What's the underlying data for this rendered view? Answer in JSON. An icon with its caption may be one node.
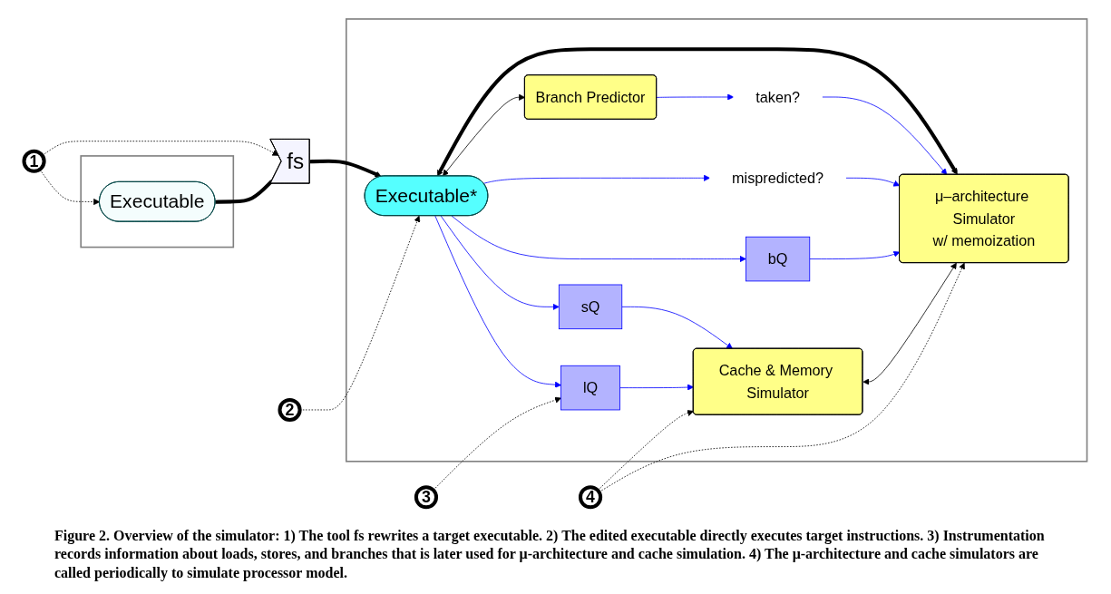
{
  "diagram": {
    "caption": "Figure 2. Overview of the simulator: 1) The tool fs rewrites a target executable. 2) The edited executable directly executes target instructions. 3) Instrumentation records information about loads, stores, and branches that is later used for μ-architecture and cache simulation. 4) The μ-architecture and cache simulators are called periodically to simulate processor model.",
    "nodes": [
      {
        "text": [],
        "shape": "box"
      },
      {
        "text": [
          "Executable"
        ],
        "in": 0
      },
      {
        "text": [
          "fs"
        ]
      },
      {
        "text": [],
        "shape": "box"
      },
      {
        "text": [
          "Executable*"
        ],
        "in": 3
      },
      {
        "text": [
          "lQ"
        ],
        "in": 3
      },
      {
        "text": [
          "sQ"
        ],
        "in": 3
      },
      {
        "text": [
          "bQ"
        ],
        "in": 3
      },
      {
        "text": [
          "mispredicted?"
        ],
        "in": 3
      },
      {
        "text": [
          "taken?"
        ],
        "in": 3
      },
      {
        "text": [
          "Cache & Memory Simulator"
        ],
        "in": 3
      },
      {
        "text": [
          "μ–architecture Simulator",
          "w/ memoization"
        ],
        "in": 3
      },
      {
        "text": [
          "Branch Predictor"
        ],
        "in": 3
      },
      {
        "text": [
          "1"
        ]
      },
      {
        "text": [
          "2"
        ]
      },
      {
        "text": [
          "3"
        ]
      },
      {
        "text": [
          "4"
        ]
      }
    ],
    "edges": [
      {
        "from": 1,
        "to": 2,
        "arrow": "none",
        "style": "thick"
      },
      {
        "from": 2,
        "to": 4,
        "arrow": "to",
        "style": "thick"
      },
      {
        "from": 4,
        "to": 5,
        "arrow": "to",
        "color": "#0000ff"
      },
      {
        "from": 4,
        "to": 6,
        "arrow": "to",
        "color": "#0000ff"
      },
      {
        "from": 4,
        "to": 7,
        "arrow": "to",
        "color": "#0000ff"
      },
      {
        "from": 4,
        "to": 8,
        "arrow": "to",
        "color": "#0000ff"
      },
      {
        "from": 12,
        "to": 9,
        "arrow": "to",
        "color": "#0000ff"
      },
      {
        "from": 5,
        "to": 10,
        "arrow": "to",
        "color": "#0000ff"
      },
      {
        "from": 6,
        "to": 10,
        "arrow": "to",
        "color": "#0000ff"
      },
      {
        "from": 7,
        "to": 11,
        "arrow": "to",
        "color": "#0000ff"
      },
      {
        "from": 8,
        "to": 11,
        "arrow": "to",
        "color": "#0000ff"
      },
      {
        "from": 9,
        "to": 11,
        "arrow": "to",
        "color": "#0000ff"
      },
      {
        "from": 4,
        "to": 12,
        "arrow": "both"
      },
      {
        "from": 10,
        "to": 11,
        "arrow": "both"
      },
      {
        "from": 11,
        "to": 4,
        "arrow": "both",
        "style": "thick"
      },
      {
        "from": 13,
        "to": 1,
        "arrow": "to",
        "style": "dashed"
      },
      {
        "from": 13,
        "to": 2,
        "arrow": "to",
        "style": "dashed"
      },
      {
        "from": 14,
        "to": 4,
        "arrow": "to",
        "style": "dashed"
      },
      {
        "from": 15,
        "to": 5,
        "arrow": "to",
        "style": "dashed"
      },
      {
        "from": 16,
        "to": 11,
        "arrow": "to",
        "style": "dashed"
      },
      {
        "from": 16,
        "to": 10,
        "arrow": "to",
        "style": "dashed"
      }
    ]
  }
}
